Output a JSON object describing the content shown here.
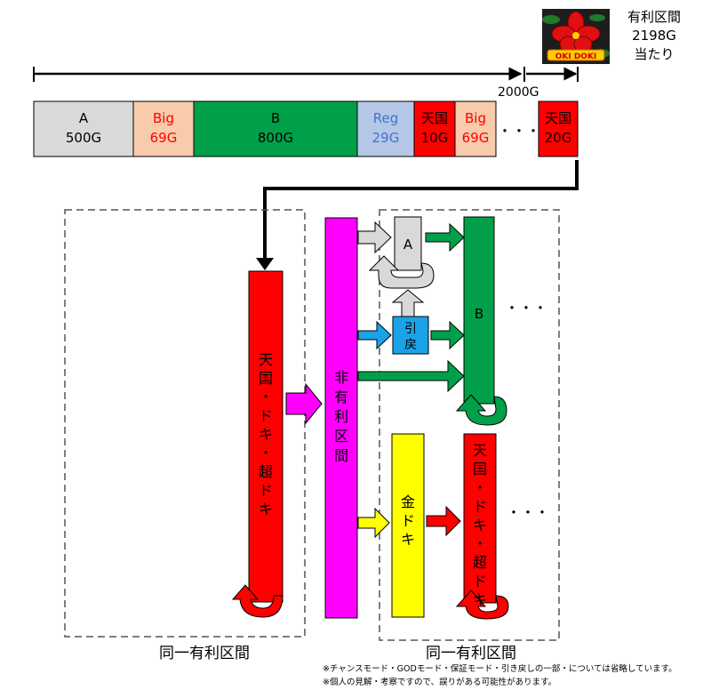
{
  "header": {
    "win_line1": "有利区間",
    "win_line2": "2198G",
    "win_line3": "当たり",
    "logo_text": "OKI DOKI",
    "marker_2000": "2000G"
  },
  "timeline": [
    {
      "line1": "A",
      "line2": "500G",
      "fill": "#d9d9d9",
      "text": "#000000"
    },
    {
      "line1": "Big",
      "line2": "69G",
      "fill": "#f8cbad",
      "text": "#ff0000"
    },
    {
      "line1": "B",
      "line2": "800G",
      "fill": "#00a04a",
      "text": "#000000"
    },
    {
      "line1": "Reg",
      "line2": "29G",
      "fill": "#b4c7e7",
      "text": "#4472c4"
    },
    {
      "line1": "天国",
      "line2": "10G",
      "fill": "#ff0000",
      "text": "#000000"
    },
    {
      "line1": "Big",
      "line2": "69G",
      "fill": "#f8cbad",
      "text": "#ff0000"
    },
    {
      "line1": "天国",
      "line2": "20G",
      "fill": "#ff0000",
      "text": "#000000"
    }
  ],
  "ellipsis": "・・・",
  "left_box": {
    "label": "同一有利区間"
  },
  "right_box": {
    "label": "同一有利区間"
  },
  "bars": {
    "heaven_left": "天国・ドキ・超ドキ",
    "non_advantage": "非有利区間",
    "mode_a": "A",
    "hikimodoshi": "引戻",
    "mode_b": "B",
    "kin_doki": "金ドキ",
    "heaven_right": "天国・ドキ・超ドキ"
  },
  "notes": {
    "line1": "※チャンスモード・GODモード・保証モード・引き戻しの一部・については省略しています。",
    "line2": "※個人の見解・考察ですので、誤りがある可能性があります。"
  },
  "colors": {
    "red": "#ff0000",
    "green": "#00a04a",
    "magenta": "#ff00ff",
    "yellow": "#ffff00",
    "cyan": "#1aa3e8",
    "gray": "#d9d9d9"
  }
}
